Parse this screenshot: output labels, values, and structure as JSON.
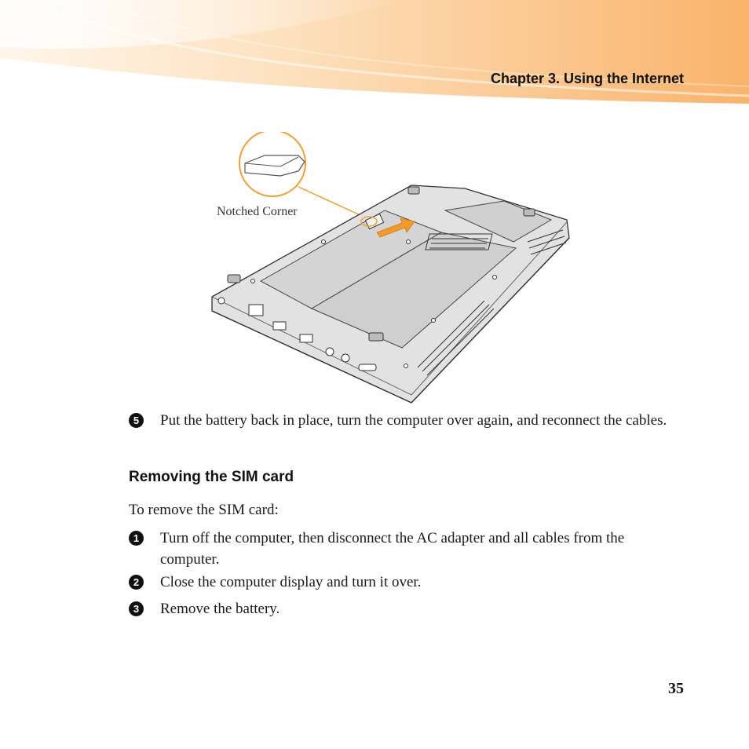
{
  "header": {
    "chapter_title": "Chapter 3. Using the Internet"
  },
  "figure": {
    "callout_label": "Notched Corner"
  },
  "step_prev": {
    "number": "5",
    "text": "Put the battery back in place, turn the computer over again, and reconnect the cables."
  },
  "section": {
    "heading": "Removing the SIM card",
    "intro": "To remove the SIM card:"
  },
  "steps": [
    {
      "number": "1",
      "text": "Turn off the computer, then disconnect the AC adapter and all cables from the computer."
    },
    {
      "number": "2",
      "text": "Close the computer display and turn it over."
    },
    {
      "number": "3",
      "text": "Remove the battery."
    }
  ],
  "page_number": "35"
}
